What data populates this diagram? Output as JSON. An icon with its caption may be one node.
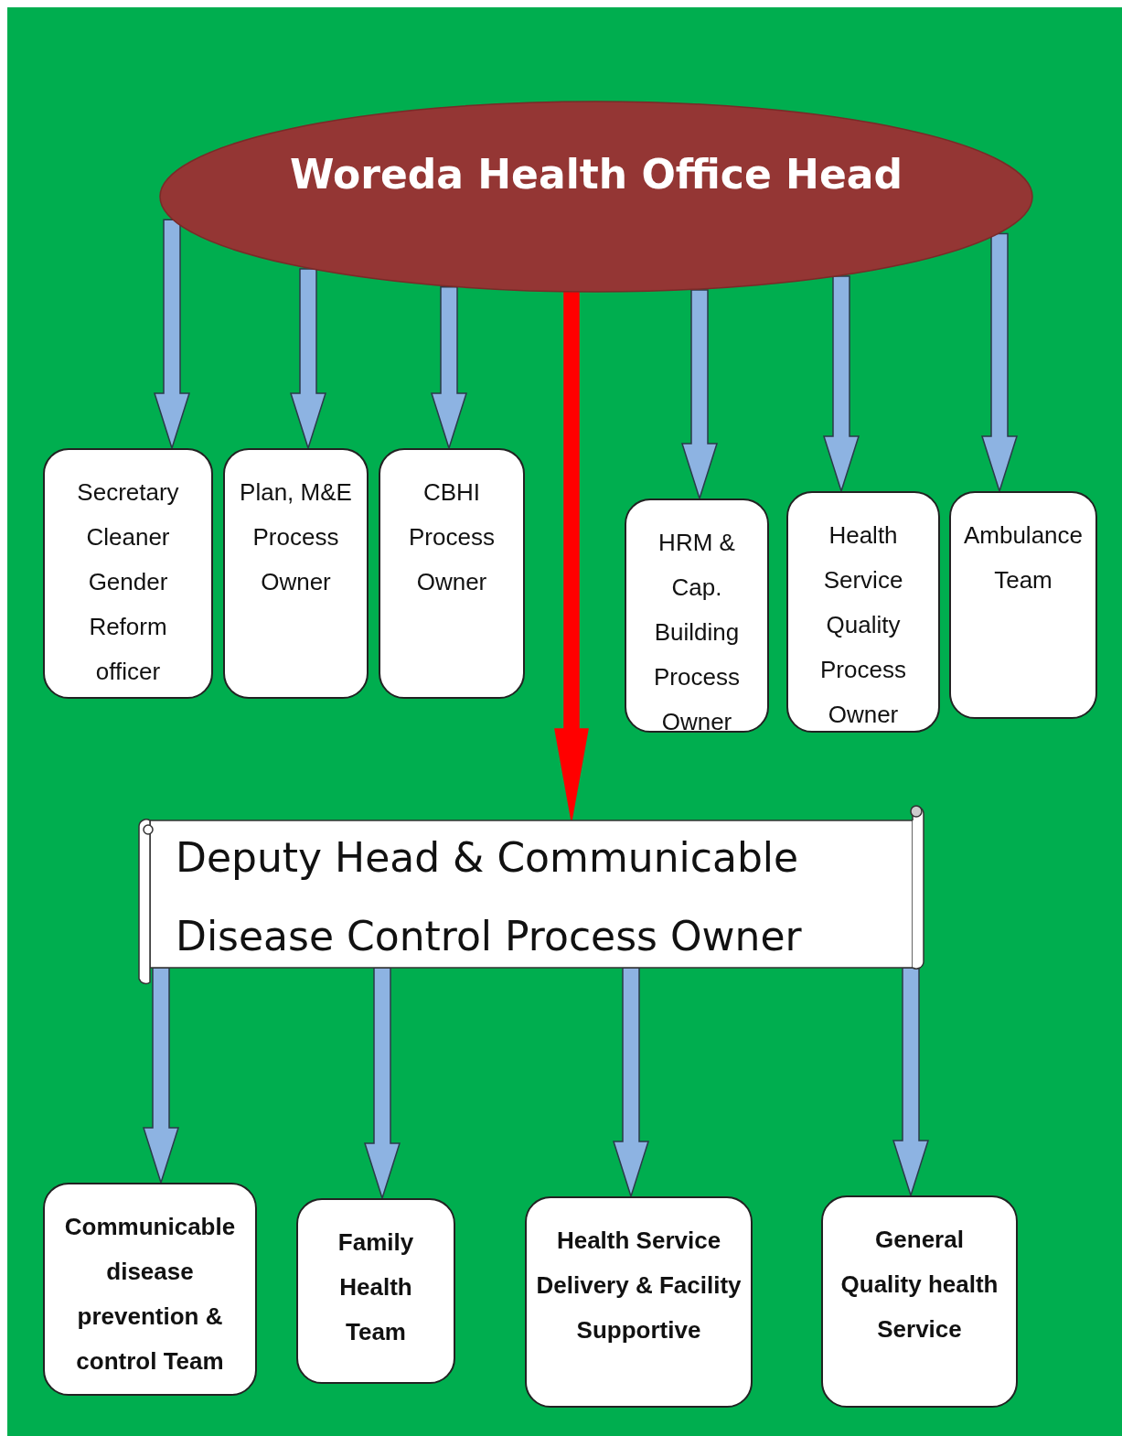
{
  "diagram": {
    "nodes": [
      {
        "text": [
          "Woreda Health Office Head"
        ]
      },
      {
        "text": [
          "Secretary Cleaner Gender Reform officer"
        ]
      },
      {
        "text": [
          "Plan, M&E Process Owner"
        ]
      },
      {
        "text": [
          "CBHI Process Owner"
        ]
      },
      {
        "text": [
          "HRM & Cap. Building Process Owner"
        ]
      },
      {
        "text": [
          "Health Service Quality Process Owner"
        ]
      },
      {
        "text": [
          "Ambulance Team"
        ]
      },
      {
        "text": [
          "Deputy Head & Communicable Disease Control Process Owner"
        ]
      },
      {
        "text": [
          "Communicable disease prevention & control Team"
        ]
      },
      {
        "text": [
          "Family Health Team"
        ]
      },
      {
        "text": [
          "Health Service Delivery & Facility Supportive"
        ]
      },
      {
        "text": [
          "General Quality health Service"
        ]
      }
    ],
    "edges": [
      {
        "from": 0,
        "to": 1,
        "arrow": "to"
      },
      {
        "from": 0,
        "to": 2,
        "arrow": "to"
      },
      {
        "from": 0,
        "to": 3,
        "arrow": "to"
      },
      {
        "from": 0,
        "to": 7,
        "arrow": "to",
        "color": "#ff0000"
      },
      {
        "from": 0,
        "to": 4,
        "arrow": "to"
      },
      {
        "from": 0,
        "to": 5,
        "arrow": "to"
      },
      {
        "from": 0,
        "to": 6,
        "arrow": "to"
      },
      {
        "from": 7,
        "to": 8,
        "arrow": "to"
      },
      {
        "from": 7,
        "to": 9,
        "arrow": "to"
      },
      {
        "from": 7,
        "to": 10,
        "arrow": "to"
      },
      {
        "from": 7,
        "to": 11,
        "arrow": "to"
      }
    ]
  }
}
